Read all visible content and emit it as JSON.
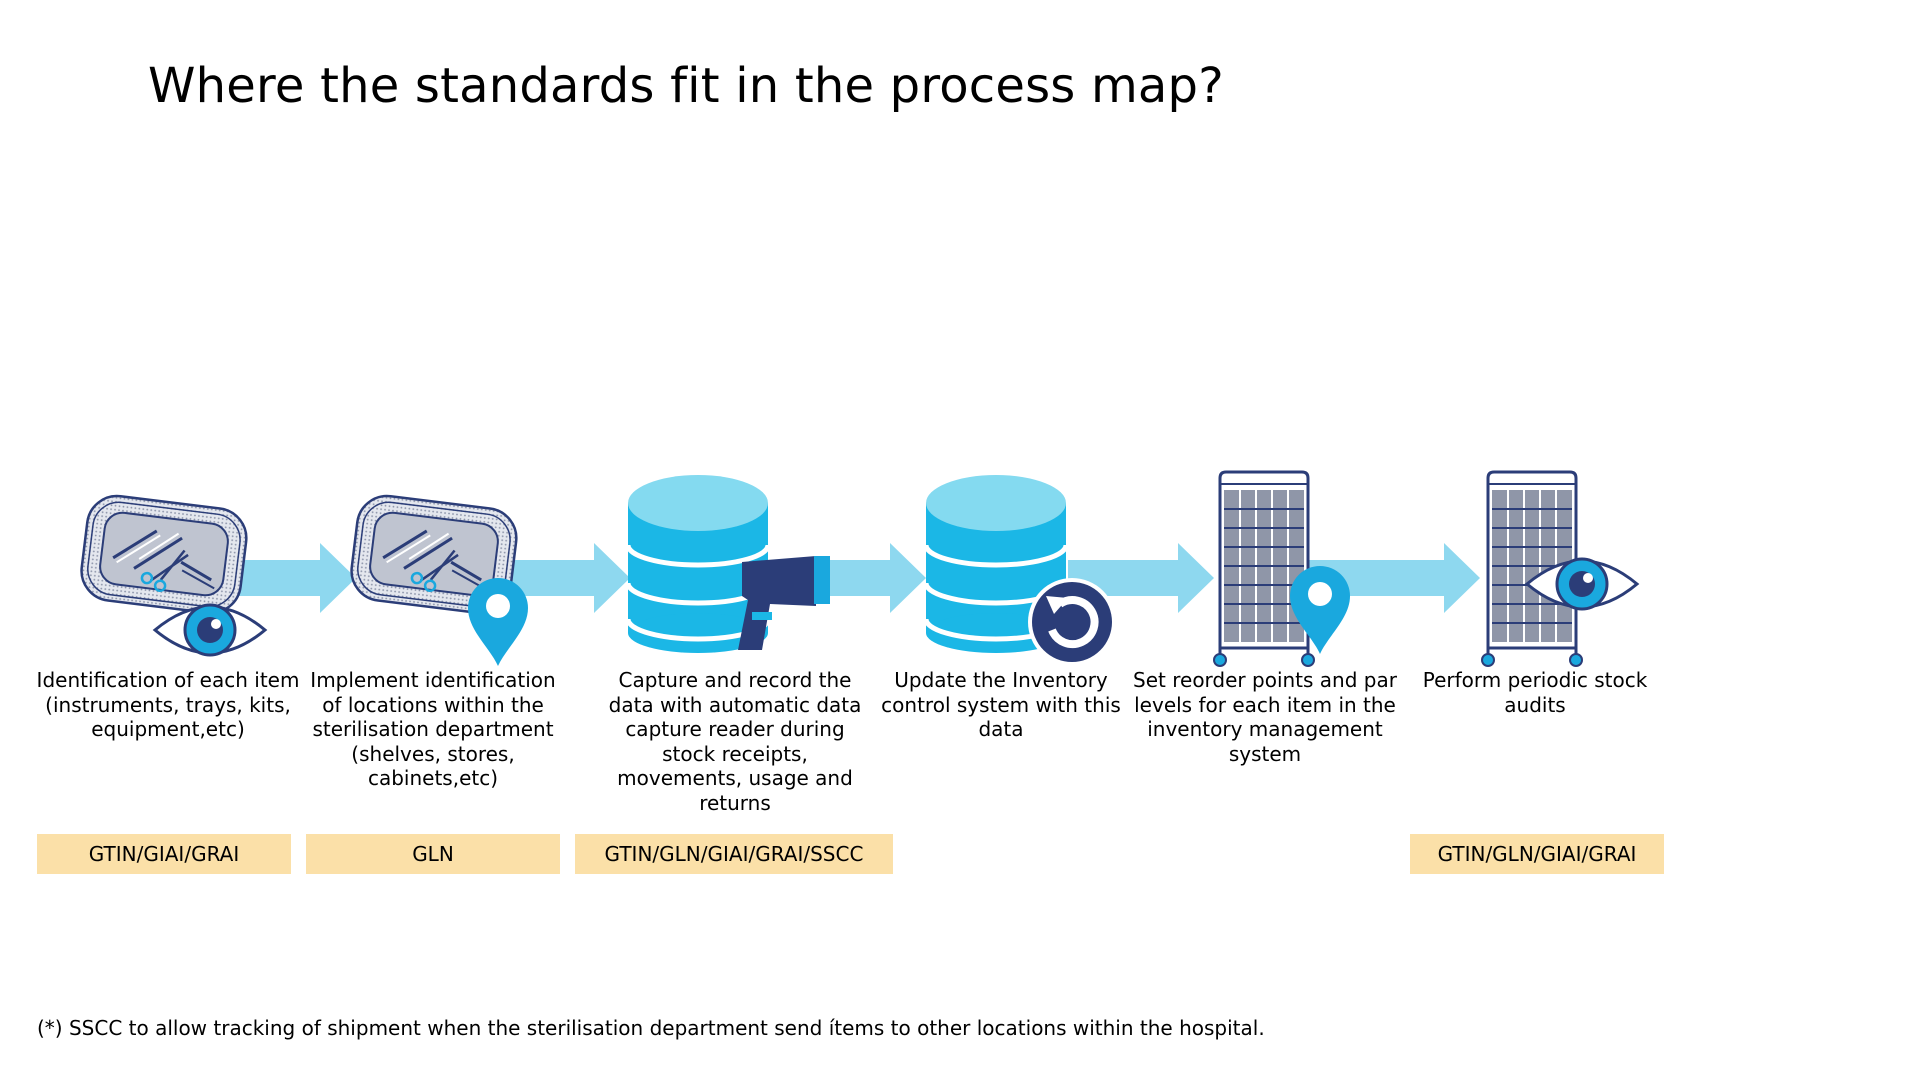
{
  "title": "Where the standards fit in the process map?",
  "colors": {
    "arrow": "#8ed8ef",
    "db_top": "#84daf0",
    "db_body": "#1bb7e6",
    "navy": "#2b3d78",
    "accent": "#1aa8de",
    "tag_bg": "#fbe0a8"
  },
  "steps": [
    {
      "label": "Identification of each item (instruments, trays, kits, equipment,etc)",
      "icon": "instrument-tray-eye-icon",
      "standard": "GTIN/GIAI/GRAI"
    },
    {
      "label": "Implement identification of locations within the sterilisation department (shelves, stores, cabinets,etc)",
      "icon": "instrument-tray-location-pin-icon",
      "standard": "GLN"
    },
    {
      "label": "Capture and record the data with automatic data capture reader during stock receipts, movements, usage and returns",
      "icon": "database-scanner-icon",
      "standard": "GTIN/GLN/GIAI/GRAI/SSCC"
    },
    {
      "label": "Update the Inventory control system with this data",
      "icon": "database-refresh-icon",
      "standard": ""
    },
    {
      "label": "Set reorder points and par levels for each item in the inventory management system",
      "icon": "storage-rack-location-pin-icon",
      "standard": ""
    },
    {
      "label": "Perform periodic stock audits",
      "icon": "storage-rack-eye-icon",
      "standard": "GTIN/GLN/GIAI/GRAI"
    }
  ],
  "footnote": "(*) SSCC to allow tracking of shipment when the sterilisation department send ítems to other locations within the hospital."
}
